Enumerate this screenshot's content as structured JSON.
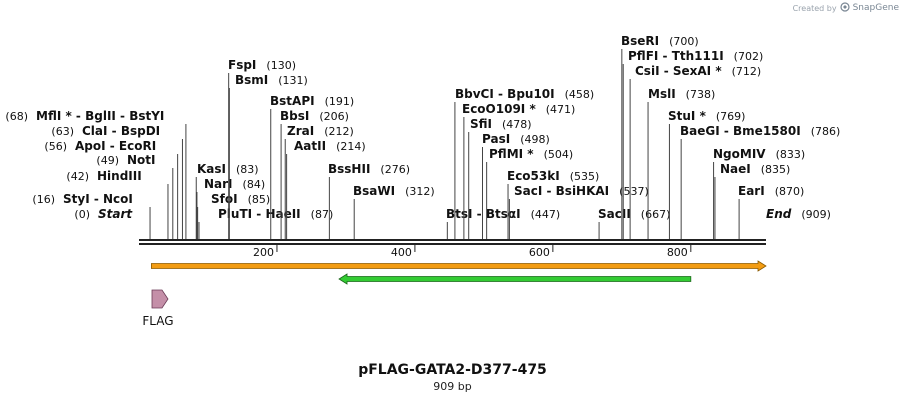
{
  "credit": {
    "prefix": "Created by",
    "brand": "SnapGene"
  },
  "plasmid": {
    "name": "pFLAG-GATA2-D377-475",
    "length": "909 bp",
    "total_bp": 909
  },
  "ticks": [
    {
      "pos": 200,
      "label": "200"
    },
    {
      "pos": 400,
      "label": "400"
    },
    {
      "pos": 600,
      "label": "600"
    },
    {
      "pos": 800,
      "label": "800"
    }
  ],
  "sites": [
    {
      "pos": 0,
      "label": "Start",
      "pos_label": "(0)",
      "style": "terminal"
    },
    {
      "pos": 16,
      "label": "StyI  -  NcoI",
      "pos_label": "(16)"
    },
    {
      "pos": 42,
      "label": "HindIII",
      "pos_label": "(42)"
    },
    {
      "pos": 49,
      "label": "NotI",
      "pos_label": "(49)"
    },
    {
      "pos": 56,
      "label": "ApoI  -  EcoRI",
      "pos_label": "(56)"
    },
    {
      "pos": 63,
      "label": "ClaI  -  BspDI",
      "pos_label": "(63)"
    },
    {
      "pos": 68,
      "label": "MflI * - BglII  -  BstYI",
      "pos_label": "(68)"
    },
    {
      "pos": 83,
      "label": "KasI",
      "pos_label": "(83)"
    },
    {
      "pos": 84,
      "label": "NarI",
      "pos_label": "(84)"
    },
    {
      "pos": 85,
      "label": "SfoI",
      "pos_label": "(85)"
    },
    {
      "pos": 87,
      "label": "PluTI  -  HaeII",
      "pos_label": "(87)"
    },
    {
      "pos": 130,
      "label": "FspI",
      "pos_label": "(130)"
    },
    {
      "pos": 131,
      "label": "BsmI",
      "pos_label": "(131)"
    },
    {
      "pos": 191,
      "label": "BstAPI",
      "pos_label": "(191)"
    },
    {
      "pos": 206,
      "label": "BbsI",
      "pos_label": "(206)"
    },
    {
      "pos": 212,
      "label": "ZraI",
      "pos_label": "(212)"
    },
    {
      "pos": 214,
      "label": "AatII",
      "pos_label": "(214)"
    },
    {
      "pos": 276,
      "label": "BssHII",
      "pos_label": "(276)"
    },
    {
      "pos": 312,
      "label": "BsaWI",
      "pos_label": "(312)"
    },
    {
      "pos": 447,
      "label": "BtsI  -  BtsαI",
      "pos_label": "(447)"
    },
    {
      "pos": 458,
      "label": "BbvCI  -  Bpu10I",
      "pos_label": "(458)"
    },
    {
      "pos": 471,
      "label": "EcoO109I *",
      "pos_label": "(471)"
    },
    {
      "pos": 478,
      "label": "SfiI",
      "pos_label": "(478)"
    },
    {
      "pos": 498,
      "label": "PasI",
      "pos_label": "(498)"
    },
    {
      "pos": 504,
      "label": "PflMI *",
      "pos_label": "(504)"
    },
    {
      "pos": 535,
      "label": "Eco53kI",
      "pos_label": "(535)"
    },
    {
      "pos": 537,
      "label": "SacI  -  BsiHKAI",
      "pos_label": "(537)"
    },
    {
      "pos": 667,
      "label": "SacII",
      "pos_label": "(667)"
    },
    {
      "pos": 700,
      "label": "BseRI",
      "pos_label": "(700)"
    },
    {
      "pos": 702,
      "label": "PflFI  -  Tth111I",
      "pos_label": "(702)"
    },
    {
      "pos": 712,
      "label": "CsiI  -  SexAI *",
      "pos_label": "(712)"
    },
    {
      "pos": 738,
      "label": "MslI",
      "pos_label": "(738)"
    },
    {
      "pos": 769,
      "label": "StuI *",
      "pos_label": "(769)"
    },
    {
      "pos": 786,
      "label": "BaeGI  -  Bme1580I",
      "pos_label": "(786)"
    },
    {
      "pos": 833,
      "label": "NgoMIV",
      "pos_label": "(833)"
    },
    {
      "pos": 835,
      "label": "NaeI",
      "pos_label": "(835)"
    },
    {
      "pos": 870,
      "label": "EarI",
      "pos_label": "(870)"
    },
    {
      "pos": 909,
      "label": "End",
      "pos_label": "(909)",
      "style": "terminal"
    }
  ],
  "features": [
    {
      "id": "orange",
      "start": 18,
      "end": 909,
      "direction": "forward",
      "fill": "#f39c12",
      "stroke": "#8b5a00"
    },
    {
      "id": "green",
      "start": 290,
      "end": 800,
      "direction": "reverse",
      "fill": "#33cc33",
      "stroke": "#1a661a"
    },
    {
      "id": "flag",
      "label": "FLAG",
      "start": 20,
      "end": 44,
      "direction": "forward",
      "fill": "#c48fa8",
      "stroke": "#6b3a55"
    }
  ],
  "colors": {
    "backbone": "#222222",
    "site_line": "#444444",
    "text": "#111111"
  }
}
